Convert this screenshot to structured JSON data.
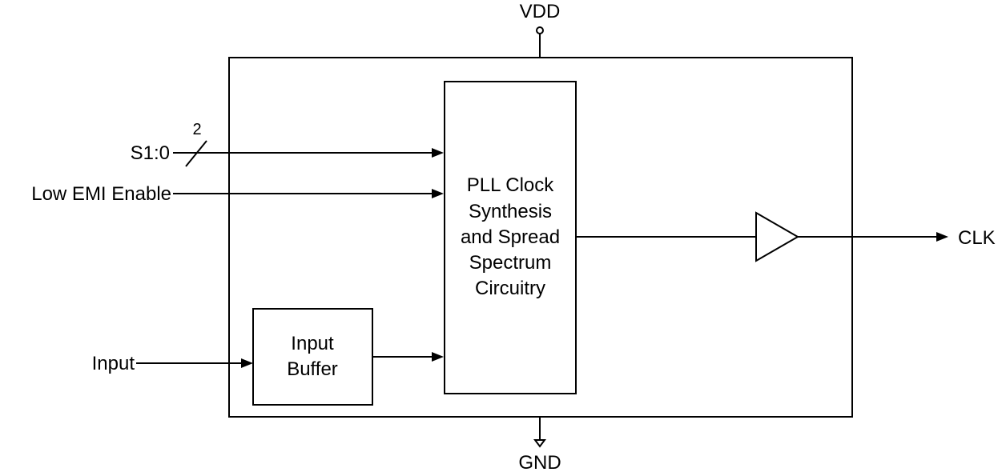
{
  "diagram": {
    "supply_label": "VDD",
    "ground_label": "GND",
    "select_input_label": "S1:0",
    "bus_width_label": "2",
    "low_emi_label": "Low EMI Enable",
    "input_label": "Input",
    "output_label": "CLK",
    "input_buffer": {
      "line1": "Input",
      "line2": "Buffer"
    },
    "pll_block": {
      "line1": "PLL Clock",
      "line2": "Synthesis",
      "line3": "and Spread",
      "line4": "Spectrum",
      "line5": "Circuitry"
    }
  }
}
